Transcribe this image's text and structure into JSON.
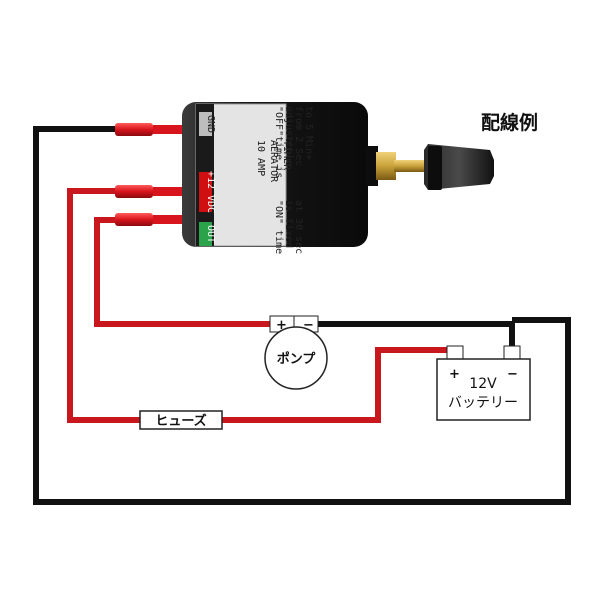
{
  "title": "配線例",
  "timer": {
    "terminal_gnd": "GND",
    "terminal_12v": "+12 VDC",
    "terminal_out": "OUT",
    "label_lines": [
      "10 AMP",
      "AERATOR",
      "TIMER"
    ],
    "left_text_lines": [
      "\"OFF\"time is",
      "adjustible",
      "from 2 Sec",
      "to 5 Min+"
    ],
    "right_text_lines": [
      "\"ON\" time",
      "is fixed",
      "at 30 sec"
    ]
  },
  "pump": {
    "label": "ポンプ",
    "plus": "+",
    "minus": "−"
  },
  "battery": {
    "voltage": "12V",
    "name": "バッテリー",
    "plus": "+",
    "minus": "−"
  },
  "fuse": {
    "label": "ヒューズ"
  },
  "colors": {
    "red_wire": "#c8171d",
    "black_wire": "#111111",
    "timer_body": "#1a1a1a",
    "label_bg": "#d9d9d9",
    "knob_brass": "#c9a23a"
  }
}
